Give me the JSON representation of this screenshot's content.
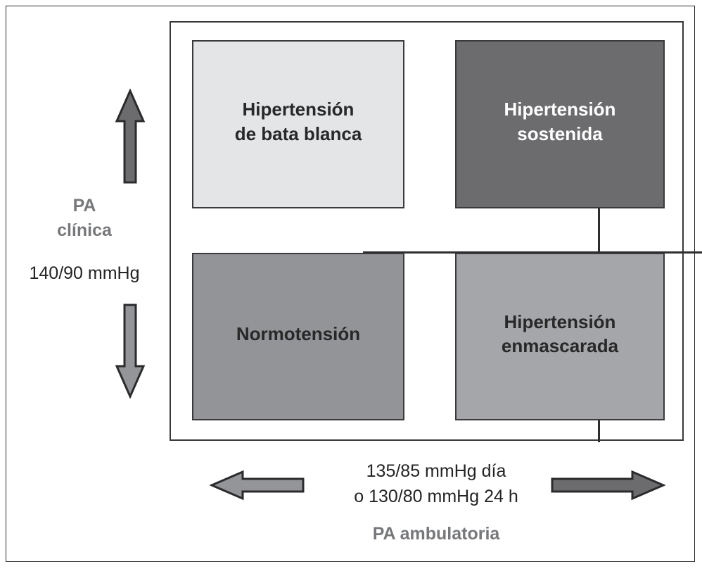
{
  "figure": {
    "type": "quadrant-diagram",
    "topic": "Clasificacion de la hipertension arterial segun PA clinica y PA ambulatoria"
  },
  "axes": {
    "vertical": {
      "title_line1": "PA",
      "title_line2": "clínica",
      "threshold": "140/90 mmHg",
      "up_arrow_name": "arrow-up-icon",
      "down_arrow_name": "arrow-down-icon"
    },
    "horizontal": {
      "title": "PA ambulatoria",
      "threshold_line1": "135/85 mmHg día",
      "threshold_line2": "o 130/80 mmHg 24 h",
      "left_arrow_name": "arrow-left-icon",
      "right_arrow_name": "arrow-right-icon"
    }
  },
  "quadrants": [
    {
      "id": "white-coat",
      "position": "top-left",
      "line1": "Hipertensión",
      "line2": "de bata blanca",
      "fill": "#e4e5e7",
      "text_color": "#282829"
    },
    {
      "id": "sustained",
      "position": "top-right",
      "line1": "Hipertensión",
      "line2": "sostenida",
      "fill": "#6c6c6e",
      "text_color": "#ffffff"
    },
    {
      "id": "normotension",
      "position": "bottom-left",
      "line1": "Normotensión",
      "line2": "",
      "fill": "#939497",
      "text_color": "#282829"
    },
    {
      "id": "masked",
      "position": "bottom-right",
      "line1": "Hipertensión",
      "line2": "enmascarada",
      "fill": "#a5a6a9",
      "text_color": "#282829"
    }
  ],
  "colors": {
    "arrow_dark": "#6c6c6e",
    "arrow_mid": "#949598",
    "stroke": "#2b2b2d",
    "label_gray": "#77787b",
    "label_dark": "#242426"
  }
}
